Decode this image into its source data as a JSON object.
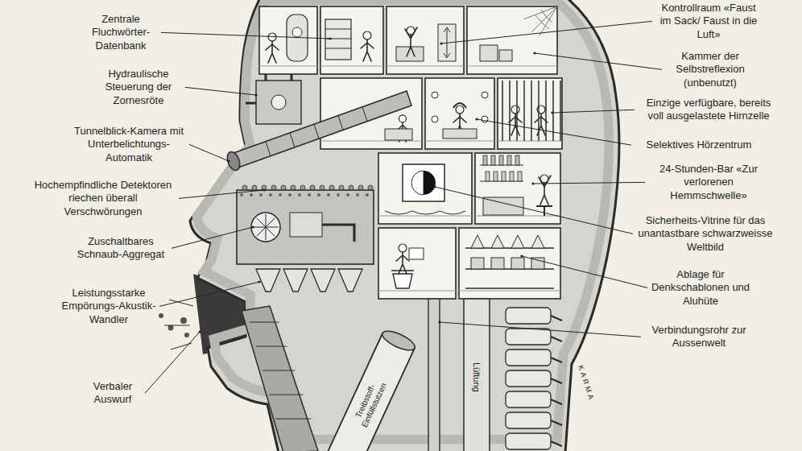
{
  "diagram": {
    "labels": [
      "Zentrale Fluchwörter-Datenbank",
      "Hydraulische Steuerung der Zornesröte",
      "Tunnelblick-Kamera mit Unterbelichtungs-Automatik",
      "Hochempfindliche Detektoren riechen überall Verschwörungen",
      "Zuschaltbares Schnaub-Aggregat",
      "Leistungsstarke Empörungs-Akustik-Wandler",
      "Verbaler Auswurf",
      "Kontrollraum «Faust im Sack/ Faust in die Luft»",
      "Kammer der Selbstreflexion (unbenutzt)",
      "Einzige verfügbare, bereits voll ausgelastete Hirnzelle",
      "Selektives Hörzentrum",
      "24-Stunden-Bar «Zur verlorenen Hemmschwelle»",
      "Sicherheits-Vitrine für das unantastbare schwarzweisse Weltbild",
      "Ablage für Denkschablonen und Aluhüte",
      "Verbindungsrohr zur Aussenwelt",
      "Treibstoff-Einfüllstutzen",
      "Lüftung",
      "KARMA"
    ]
  }
}
